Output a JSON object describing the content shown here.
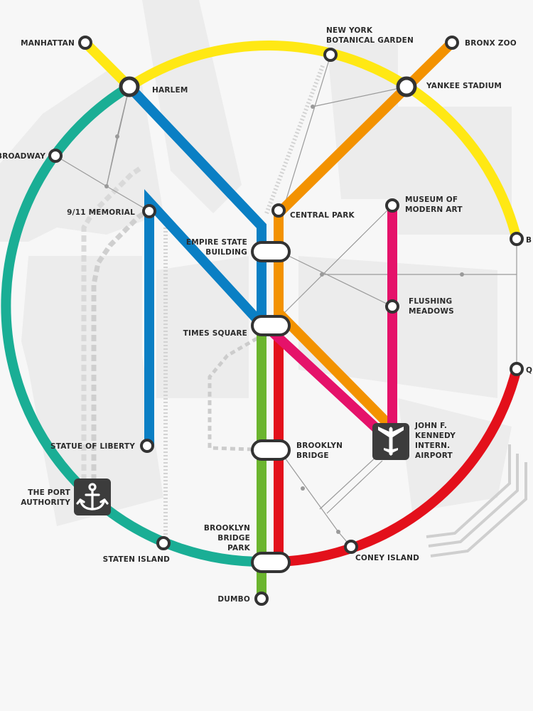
{
  "colors": {
    "yellow_line": "#ffe814",
    "teal_line": "#1aae95",
    "blue_line": "#0a7fc4",
    "orange_line": "#f39200",
    "magenta_line": "#e5126a",
    "red_line": "#e3101b",
    "green_line": "#6bb52e",
    "station_outline": "#333333",
    "icon_box": "#3c3c3c",
    "background": "#f7f7f7"
  },
  "stations": {
    "manhattan": "MANHATTAN",
    "harlem": "HARLEM",
    "broadway": "BROADWAY",
    "memorial_911": "9/11 MEMORIAL",
    "central_park": "CENTRAL PARK",
    "empire_state_1": "EMPIRE STATE",
    "empire_state_2": "BUILDING",
    "times_square": "TIMES SQUARE",
    "statue_of_liberty": "STATUE OF LIBERTY",
    "port_authority_1": "THE PORT",
    "port_authority_2": "AUTHORITY",
    "staten_island": "STATEN ISLAND",
    "brooklyn_bridge_park_1": "BROOKLYN",
    "brooklyn_bridge_park_2": "BRIDGE",
    "brooklyn_bridge_park_3": "PARK",
    "dumbo": "DUMBO",
    "brooklyn_bridge_1": "BROOKLYN",
    "brooklyn_bridge_2": "BRIDGE",
    "new_york_botanical_1": "NEW YORK",
    "new_york_botanical_2": "BOTANICAL GARDEN",
    "bronx_zoo": "BRONX ZOO",
    "yankee_stadium": "YANKEE STADIUM",
    "moma_1": "MUSEUM OF",
    "moma_2": "MODERN ART",
    "flushing_1": "FLUSHING",
    "flushing_2": "MEADOWS",
    "jfk_1": "JOHN F.",
    "jfk_2": "KENNEDY",
    "jfk_3": "INTERN.",
    "jfk_4": "AIRPORT",
    "coney_island": "CONEY ISLAND",
    "edge_b": "B",
    "edge_q": "Q"
  },
  "icons": {
    "airport": "airplane-icon",
    "port": "anchor-icon"
  }
}
